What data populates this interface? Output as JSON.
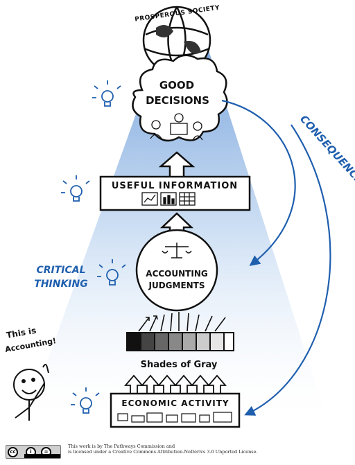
{
  "diagram": {
    "globe_label": "PROSPEROUS SOCIETY",
    "good_decisions": [
      "GOOD",
      "DECISIONS"
    ],
    "useful_information": "USEFUL INFORMATION",
    "accounting_judgments": [
      "ACCOUNTING",
      "JUDGMENTS"
    ],
    "shades_of_gray": "Shades of Gray",
    "economic_activity": "ECONOMIC ACTIVITY",
    "consequences": "CONSEQUENCES",
    "critical_thinking": [
      "CRITICAL",
      "THINKING"
    ],
    "this_is_accounting": [
      "This is",
      "Accounting!"
    ],
    "colors": {
      "beam": "#a9c6ea",
      "accent_blue": "#1f5fae",
      "ink": "#111111"
    }
  },
  "license": {
    "line1": "This work is by The Pathways Commission and",
    "line2": "is licensed under a Creative Commons Attribution-NoDerivs 3.0 Unported License."
  }
}
